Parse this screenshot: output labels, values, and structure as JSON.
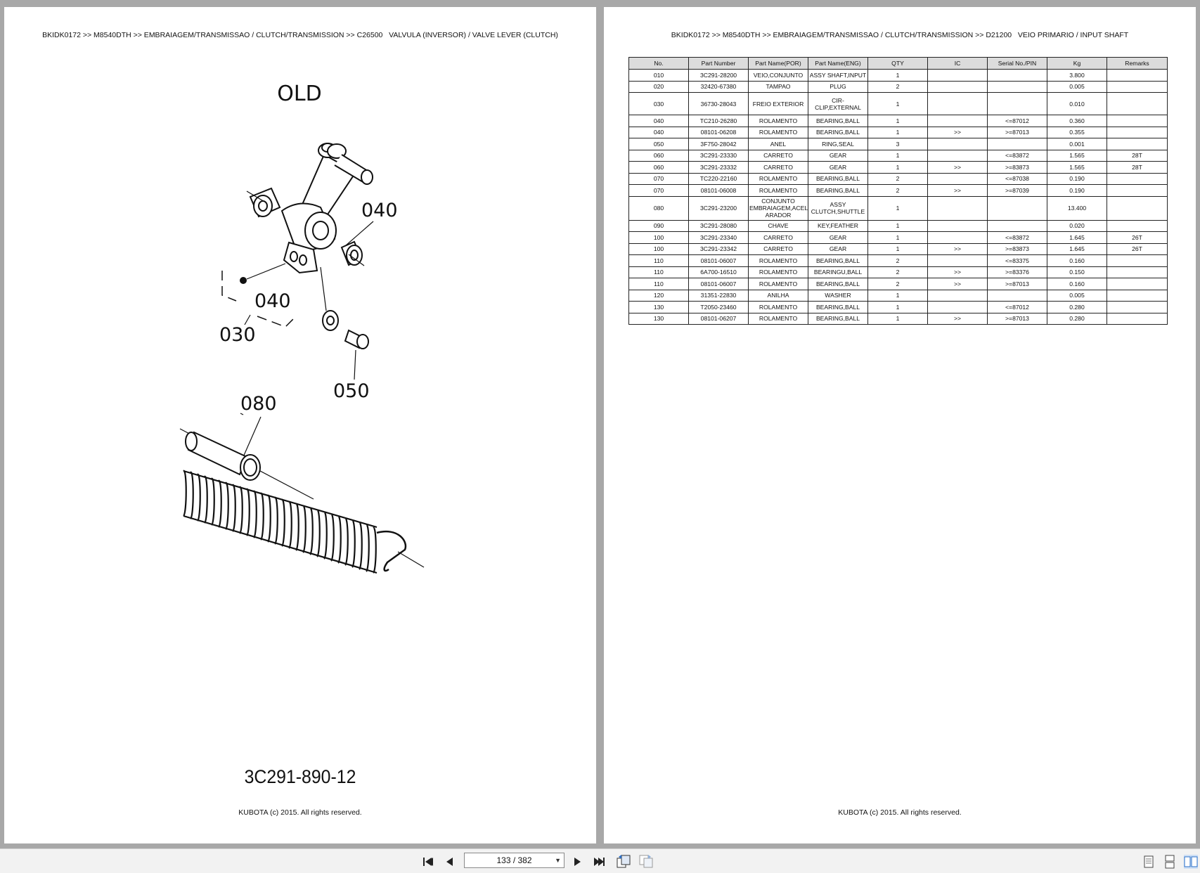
{
  "left_page": {
    "breadcrumb": "BKIDK0172 >> M8540DTH >> EMBRAIAGEM/TRANSMISSAO / CLUTCH/TRANSMISSION >> C26500   VALVULA (INVERSOR) / VALVE LEVER (CLUTCH)",
    "diagram": {
      "heading": "OLD",
      "callouts": [
        "040",
        "040",
        "030",
        "050",
        "080"
      ],
      "code": "3C291-890-12"
    },
    "footer": "KUBOTA (c) 2015. All rights reserved."
  },
  "right_page": {
    "breadcrumb": "BKIDK0172 >> M8540DTH >> EMBRAIAGEM/TRANSMISSAO / CLUTCH/TRANSMISSION >> D21200   VEIO PRIMARIO / INPUT SHAFT",
    "table": {
      "headers": [
        "No.",
        "Part Number",
        "Part Name(POR)",
        "Part Name(ENG)",
        "QTY",
        "IC",
        "Serial No./PIN",
        "Kg",
        "Remarks"
      ],
      "rows": [
        [
          "010",
          "3C291-28200",
          "VEIO,CONJUNTO",
          "ASSY SHAFT,INPUT",
          "1",
          "",
          "",
          "3.800",
          ""
        ],
        [
          "020",
          "32420-67380",
          "TAMPAO",
          "PLUG",
          "2",
          "",
          "",
          "0.005",
          ""
        ],
        [
          "030",
          "36730-28043",
          "FREIO EXTERIOR",
          "CIR-\nCLIP,EXTERNAL",
          "1",
          "",
          "",
          "0.010",
          ""
        ],
        [
          "040",
          "TC210-26280",
          "ROLAMENTO",
          "BEARING,BALL",
          "1",
          "",
          "<=87012",
          "0.360",
          ""
        ],
        [
          "040",
          "08101-06208",
          "ROLAMENTO",
          "BEARING,BALL",
          "1",
          ">>",
          ">=87013",
          "0.355",
          ""
        ],
        [
          "050",
          "3F750-28042",
          "ANEL",
          "RING,SEAL",
          "3",
          "",
          "",
          "0.001",
          ""
        ],
        [
          "060",
          "3C291-23330",
          "CARRETO",
          "GEAR",
          "1",
          "",
          "<=83872",
          "1.565",
          "28T"
        ],
        [
          "060",
          "3C291-23332",
          "CARRETO",
          "GEAR",
          "1",
          ">>",
          ">=83873",
          "1.565",
          "28T"
        ],
        [
          "070",
          "TC220-22160",
          "ROLAMENTO",
          "BEARING,BALL",
          "2",
          "",
          "<=87038",
          "0.190",
          ""
        ],
        [
          "070",
          "08101-06008",
          "ROLAMENTO",
          "BEARING,BALL",
          "2",
          ">>",
          ">=87039",
          "0.190",
          ""
        ],
        [
          "080",
          "3C291-23200",
          "CONJUNTO\nEMBRAIAGEM,ACEL\nARADOR",
          "ASSY\nCLUTCH,SHUTTLE",
          "1",
          "",
          "",
          "13.400",
          ""
        ],
        [
          "090",
          "3C291-28080",
          "CHAVE",
          "KEY,FEATHER",
          "1",
          "",
          "",
          "0.020",
          ""
        ],
        [
          "100",
          "3C291-23340",
          "CARRETO",
          "GEAR",
          "1",
          "",
          "<=83872",
          "1.645",
          "26T"
        ],
        [
          "100",
          "3C291-23342",
          "CARRETO",
          "GEAR",
          "1",
          ">>",
          ">=83873",
          "1.645",
          "26T"
        ],
        [
          "110",
          "08101-06007",
          "ROLAMENTO",
          "BEARING,BALL",
          "2",
          "",
          "<=83375",
          "0.160",
          ""
        ],
        [
          "110",
          "6A700-16510",
          "ROLAMENTO",
          "BEARINGU,BALL",
          "2",
          ">>",
          ">=83376",
          "0.150",
          ""
        ],
        [
          "110",
          "08101-06007",
          "ROLAMENTO",
          "BEARING,BALL",
          "2",
          ">>",
          ">=87013",
          "0.160",
          ""
        ],
        [
          "120",
          "31351-22830",
          "ANILHA",
          "WASHER",
          "1",
          "",
          "",
          "0.005",
          ""
        ],
        [
          "130",
          "T2050-23460",
          "ROLAMENTO",
          "BEARING,BALL",
          "1",
          "",
          "<=87012",
          "0.280",
          ""
        ],
        [
          "130",
          "08101-06207",
          "ROLAMENTO",
          "BEARING,BALL",
          "1",
          ">>",
          ">=87013",
          "0.280",
          ""
        ]
      ]
    },
    "footer": "KUBOTA (c) 2015. All rights reserved."
  },
  "toolbar": {
    "page_indicator": "133 / 382",
    "icons": [
      "first-page-icon",
      "previous-page-icon",
      "next-page-icon",
      "last-page-icon",
      "rotate-back-icon",
      "rotate-forward-icon",
      "single-page-view-icon",
      "continuous-view-icon",
      "facing-pages-view-icon"
    ]
  }
}
